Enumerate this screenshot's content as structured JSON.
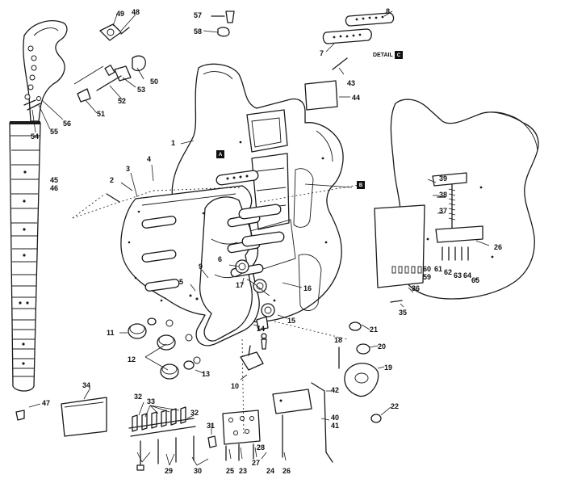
{
  "labels": {
    "n1": "1",
    "n2": "2",
    "n3": "3",
    "n4": "4",
    "n5": "5",
    "n6": "6",
    "n7": "7",
    "n8": "8",
    "n9": "9",
    "n10": "10",
    "n11": "11",
    "n12": "12",
    "n13": "13",
    "n14": "14",
    "n15": "15",
    "n16": "16",
    "n17": "17",
    "n18": "18",
    "n19": "19",
    "n20": "20",
    "n21": "21",
    "n22": "22",
    "n23": "23",
    "n24": "24",
    "n25": "25",
    "n26a": "26",
    "n26b": "26",
    "n27": "27",
    "n28": "28",
    "n29": "29",
    "n30": "30",
    "n31": "31",
    "n32a": "32",
    "n32b": "32",
    "n33": "33",
    "n34": "34",
    "n35": "35",
    "n36": "36",
    "n37": "37",
    "n38": "38",
    "n39": "39",
    "n40": "40",
    "n41": "41",
    "n42": "42",
    "n43": "43",
    "n44": "44",
    "n45": "45",
    "n46": "46",
    "n47": "47",
    "n48": "48",
    "n49": "49",
    "n50": "50",
    "n51": "51",
    "n52": "52",
    "n53": "53",
    "n54": "54",
    "n55": "55",
    "n56": "56",
    "n57": "57",
    "n58": "58",
    "n59": "59",
    "n60": "60",
    "n61": "61",
    "n62": "62",
    "n63": "63",
    "n64": "64",
    "n65": "65"
  },
  "detail_label": "DETAIL",
  "detail_markers": {
    "a": "A",
    "b": "B",
    "c": "C"
  },
  "colors": {
    "ink": "#1a1a1a",
    "paper": "#ffffff"
  }
}
